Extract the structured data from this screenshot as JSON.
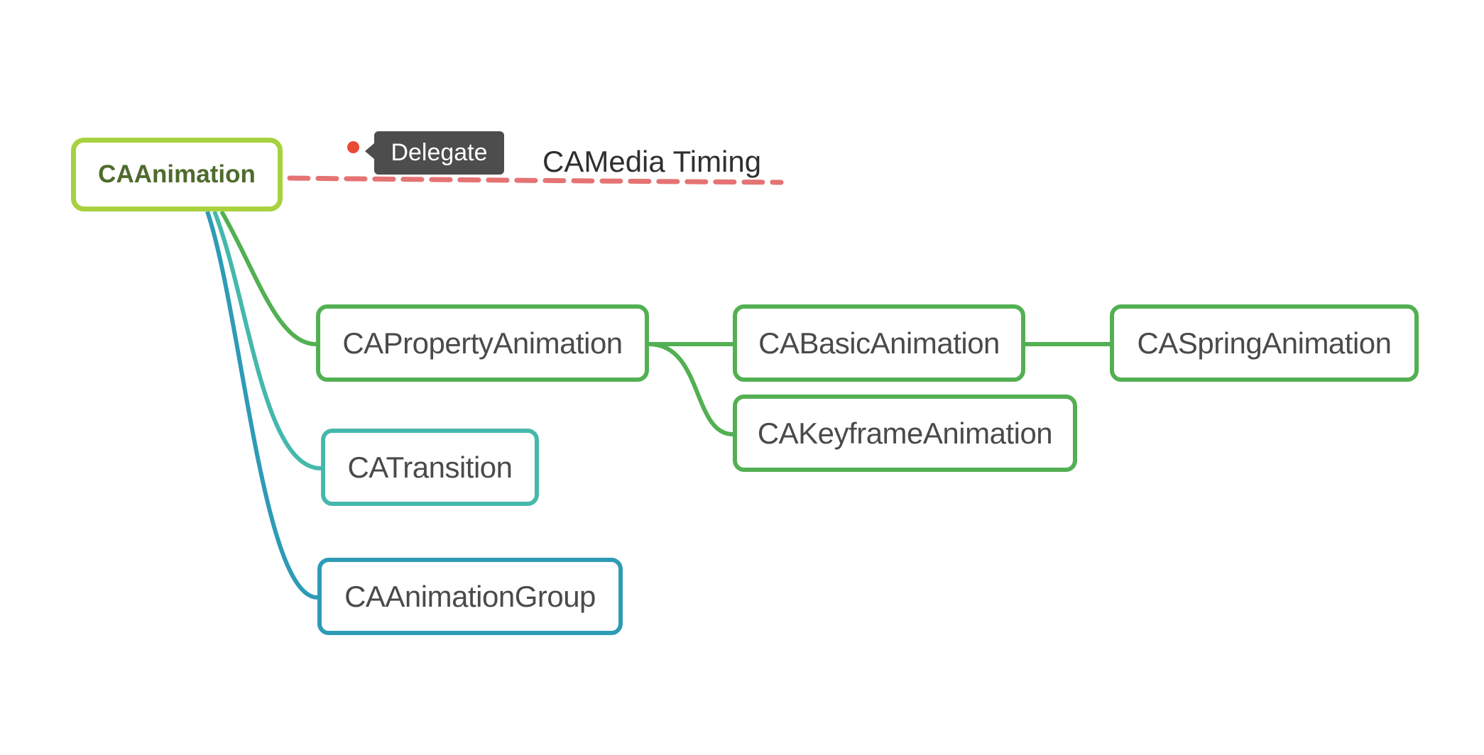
{
  "nodes": {
    "root": "CAAnimation",
    "property_animation": "CAPropertyAnimation",
    "basic_animation": "CABasicAnimation",
    "spring_animation": "CASpringAnimation",
    "keyframe_animation": "CAKeyframeAnimation",
    "transition": "CATransition",
    "animation_group": "CAAnimationGroup"
  },
  "relationship": {
    "tag": "Delegate",
    "label": "CAMedia Timing"
  },
  "colors": {
    "root_border": "#a8d13f",
    "green_branch": "#52b052",
    "teal_branch": "#45b8ac",
    "blue_branch": "#2e9bb6",
    "relationship_line": "#e57373",
    "tag_background": "#4d4d4d",
    "tag_marker": "#e84a33"
  }
}
